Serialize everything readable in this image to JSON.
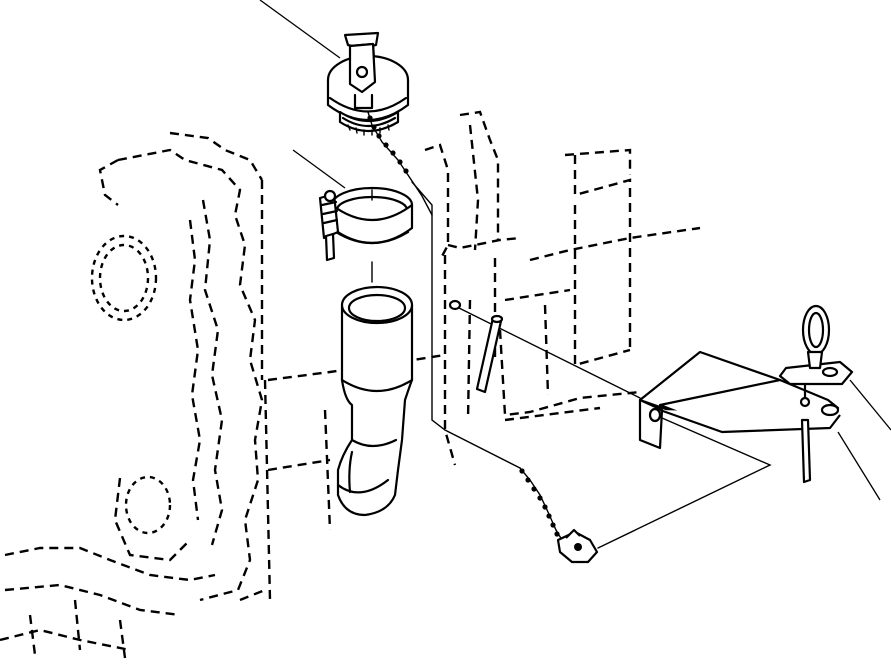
{
  "figure": {
    "kind": "exploded-parts-drawing",
    "line_color": "#000000",
    "background_color": "#ffffff"
  },
  "parts": [
    {
      "id": "filler-cap",
      "icon": "cap-icon"
    },
    {
      "id": "hose-clamp",
      "icon": "clamp-icon"
    },
    {
      "id": "filler-hose",
      "icon": "hose-icon"
    },
    {
      "id": "retaining-chain",
      "icon": "chain-icon"
    },
    {
      "id": "pull-ring-pin",
      "icon": "pin-icon"
    },
    {
      "id": "mounting-bracket",
      "icon": "bracket-icon"
    },
    {
      "id": "spring-pin",
      "icon": "pin-icon"
    }
  ]
}
